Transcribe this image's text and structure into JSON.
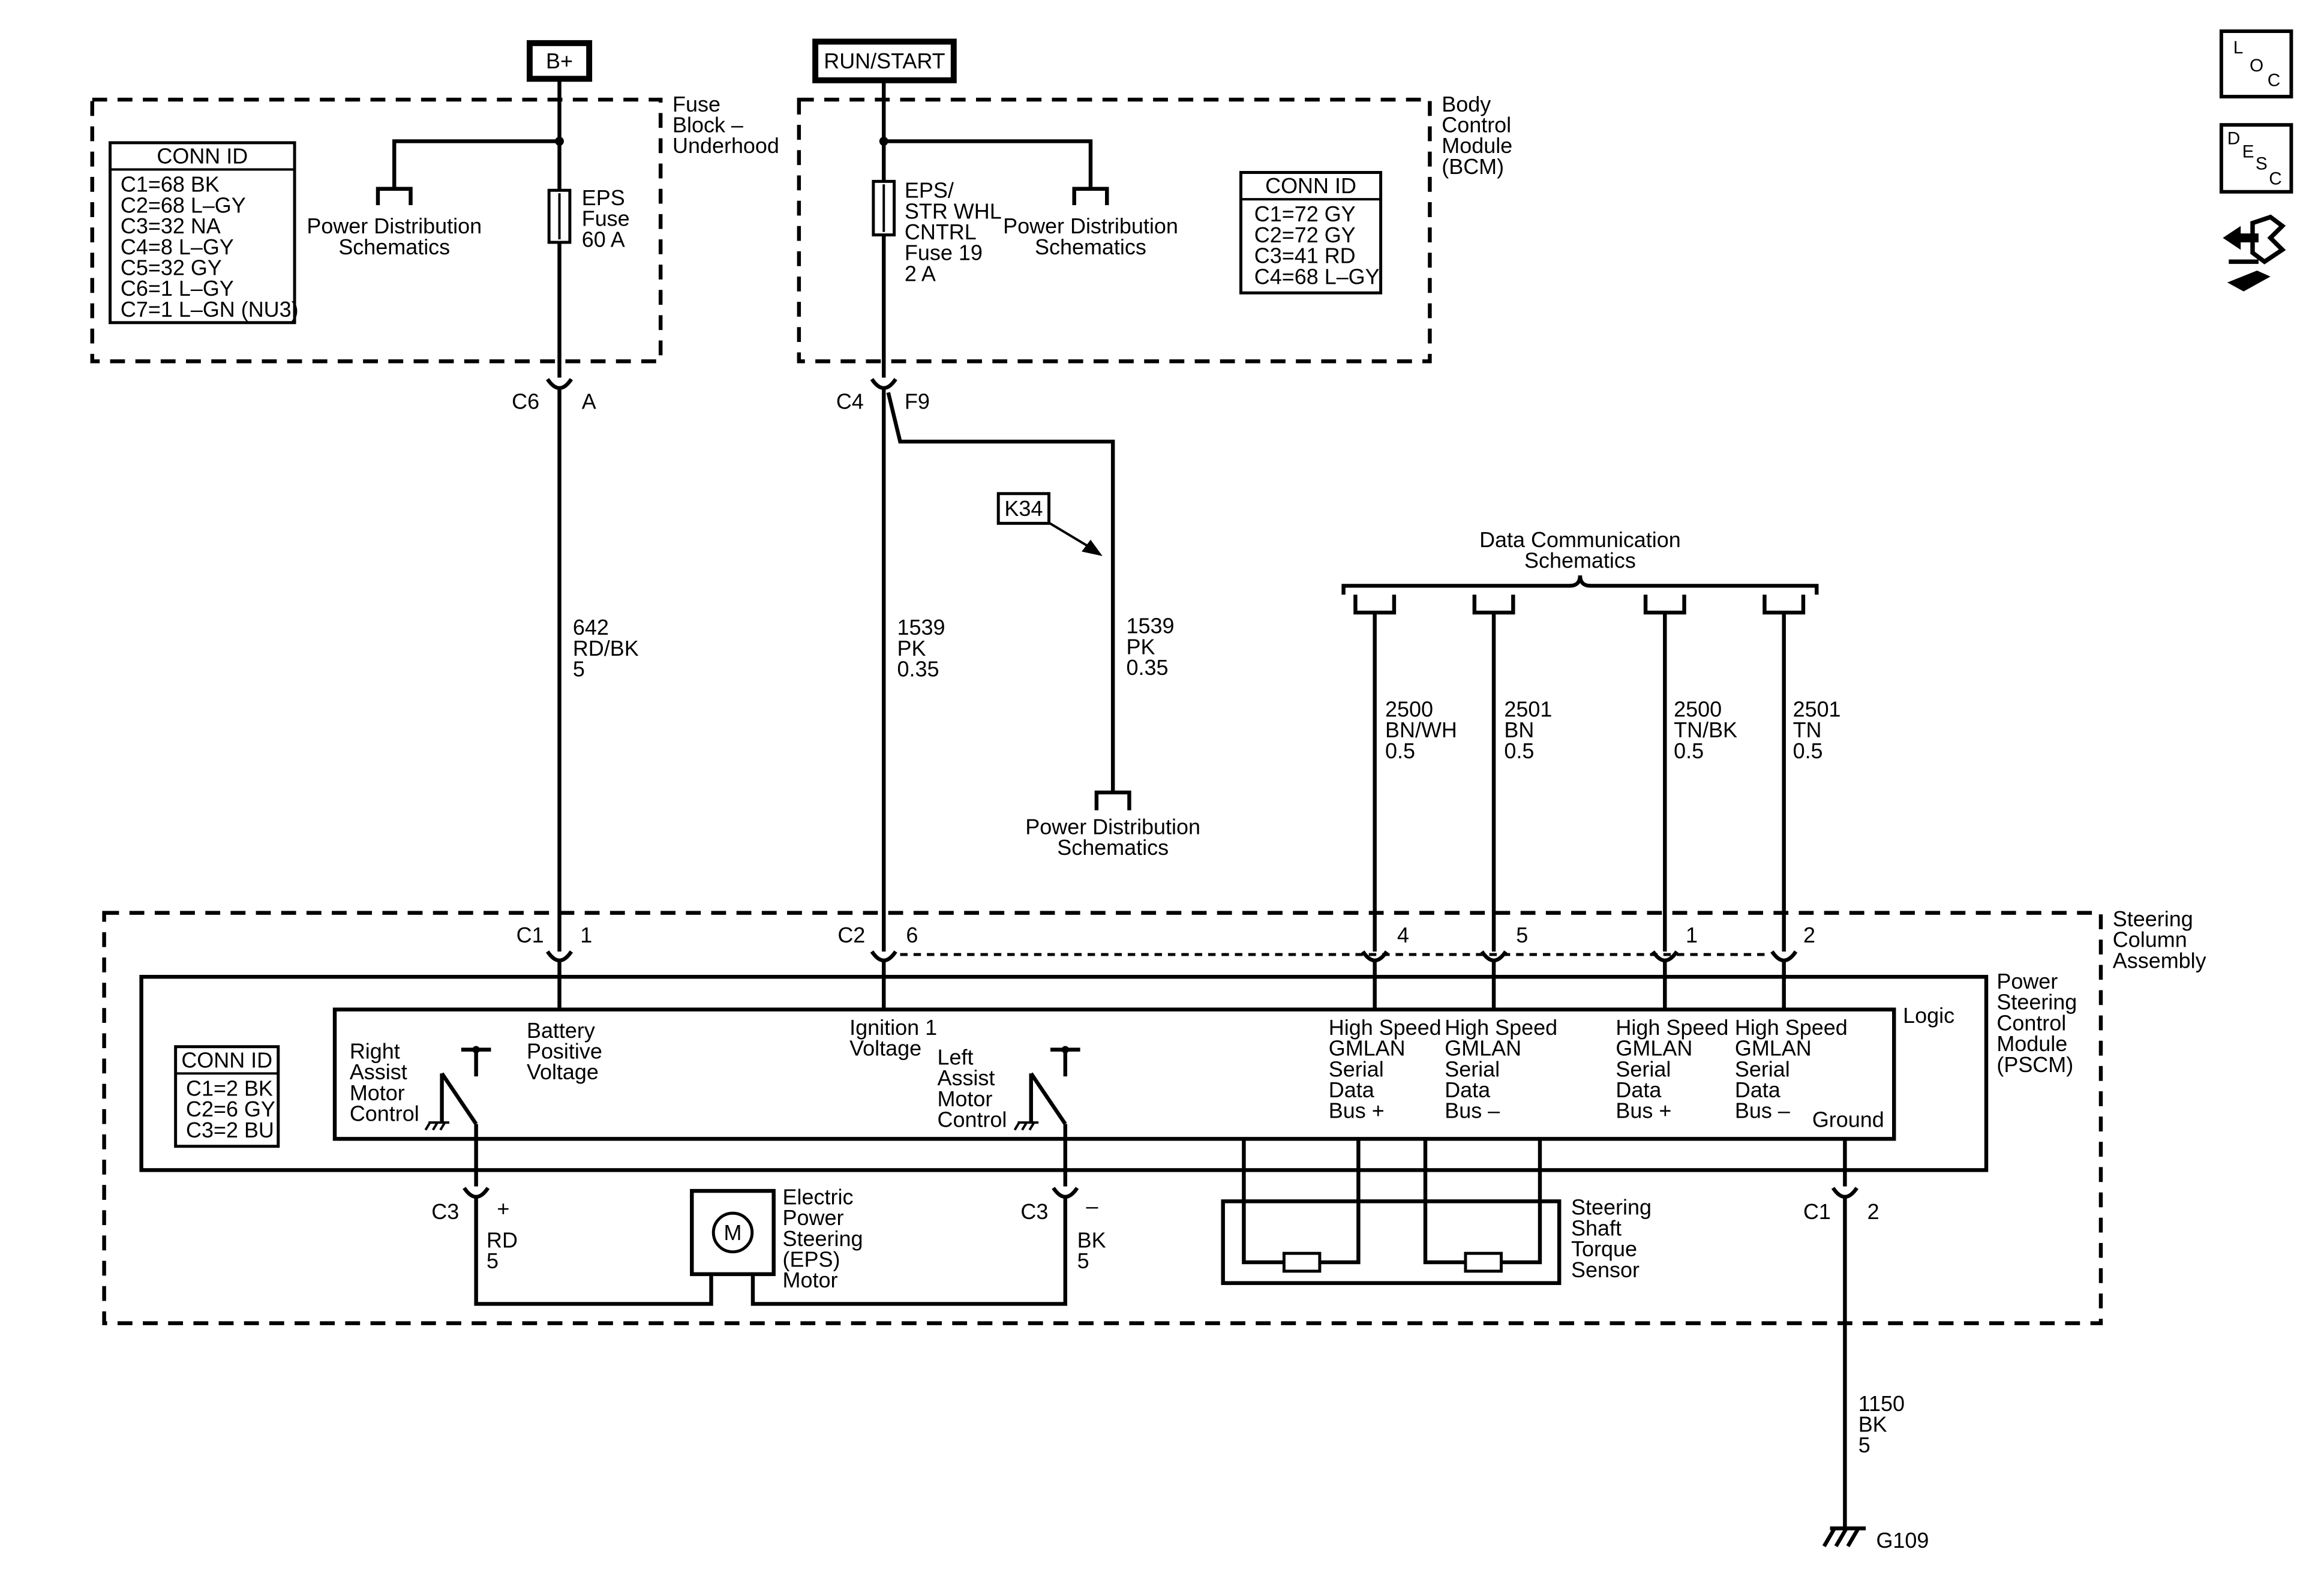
{
  "power_sources": {
    "battery": "B+",
    "ignition": "RUN/START"
  },
  "fuse_block": {
    "label": [
      "Fuse",
      "Block –",
      "Underhood"
    ],
    "conn_title": "CONN ID",
    "conn_rows": [
      "C1=68 BK",
      "C2=68 L–GY",
      "C3=32 NA",
      "C4=8 L–GY",
      "C5=32 GY",
      "C6=1 L–GY",
      "C7=1 L–GN (NU3)"
    ],
    "power_dist": [
      "Power Distribution",
      "Schematics"
    ],
    "fuse": [
      "EPS",
      "Fuse",
      "60 A"
    ],
    "connector": "C6",
    "pin": "A"
  },
  "bcm": {
    "label": [
      "Body",
      "Control",
      "Module",
      "(BCM)"
    ],
    "conn_title": "CONN ID",
    "conn_rows": [
      "C1=72 GY",
      "C2=72 GY",
      "C3=41 RD",
      "C4=68 L–GY"
    ],
    "power_dist": [
      "Power Distribution",
      "Schematics"
    ],
    "fuse": [
      "EPS/",
      "STR WHL",
      "CNTRL",
      "Fuse 19",
      "2 A"
    ],
    "connector": "C4",
    "pin": "F9"
  },
  "option_code": "K34",
  "wires": {
    "battery": [
      "642",
      "RD/BK",
      "5"
    ],
    "ignition": [
      "1539",
      "PK",
      "0.35"
    ],
    "k34_branch": [
      "1539",
      "PK",
      "0.35"
    ],
    "can1_h": [
      "2500",
      "BN/WH",
      "0.5"
    ],
    "can1_l": [
      "2501",
      "BN",
      "0.5"
    ],
    "can2_h": [
      "2500",
      "TN/BK",
      "0.5"
    ],
    "can2_l": [
      "2501",
      "TN",
      "0.5"
    ],
    "motor_pos": [
      "RD",
      "5"
    ],
    "motor_neg": [
      "BK",
      "5"
    ],
    "ground": [
      "1150",
      "BK",
      "5"
    ]
  },
  "power_dist_bottom": [
    "Power Distribution",
    "Schematics"
  ],
  "data_comm": [
    "Data Communication",
    "Schematics"
  ],
  "steering_column": {
    "label": [
      "Steering",
      "Column",
      "Assembly"
    ]
  },
  "pscm": {
    "label": [
      "Power",
      "Steering",
      "Control",
      "Module",
      "(PSCM)"
    ],
    "conn_title": "CONN ID",
    "conn_rows": [
      "C1=2 BK",
      "C2=6 GY",
      "C3=2 BU"
    ],
    "logic": "Logic",
    "ground_label": "Ground",
    "battery_input": [
      "Battery",
      "Positive",
      "Voltage"
    ],
    "ignition_input": [
      "Ignition 1",
      "Voltage"
    ],
    "right_assist": [
      "Right",
      "Assist",
      "Motor",
      "Control"
    ],
    "left_assist": [
      "Left",
      "Assist",
      "Motor",
      "Control"
    ],
    "can_labels": [
      [
        "High Speed",
        "GMLAN",
        "Serial",
        "Data",
        "Bus +"
      ],
      [
        "High Speed",
        "GMLAN",
        "Serial",
        "Data",
        "Bus –"
      ],
      [
        "High Speed",
        "GMLAN",
        "Serial",
        "Data",
        "Bus +"
      ],
      [
        "High Speed",
        "GMLAN",
        "Serial",
        "Data",
        "Bus –"
      ]
    ],
    "pins": {
      "c1": "C1",
      "c1_pin": "1",
      "c2": "C2",
      "c2_pin": "6",
      "can_pins": [
        "4",
        "5",
        "1",
        "2"
      ],
      "c3_left": "C3",
      "c3_left_pin": "+",
      "c3_right": "C3",
      "c3_right_pin": "–",
      "gnd_conn": "C1",
      "gnd_pin": "2"
    }
  },
  "motor": {
    "symbol": "M",
    "label": [
      "Electric",
      "Power",
      "Steering",
      "(EPS)",
      "Motor"
    ]
  },
  "torque_sensor": [
    "Steering",
    "Shaft",
    "Torque",
    "Sensor"
  ],
  "ground_point": "G109",
  "sidebar": {
    "loc_icon": "loc-icon",
    "desc_icon": "desc-icon",
    "connector_icon": "connector-icon"
  }
}
